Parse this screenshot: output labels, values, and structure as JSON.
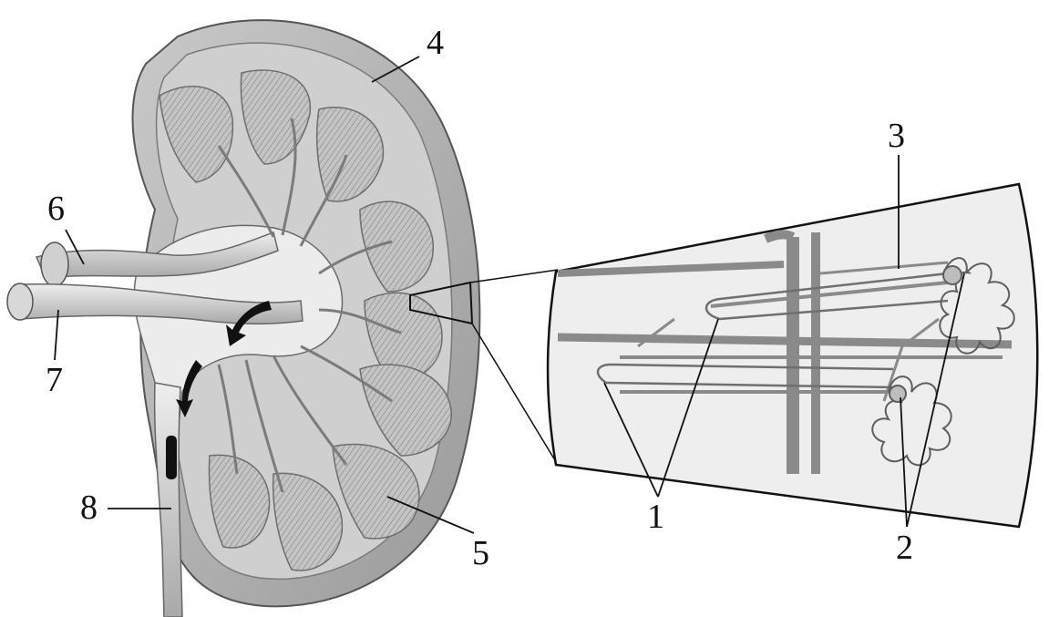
{
  "labels": {
    "l1": "1",
    "l2": "2",
    "l3": "3",
    "l4": "4",
    "l5": "5",
    "l6": "6",
    "l7": "7",
    "l8": "8"
  },
  "colors": {
    "ink": "#111111",
    "tissue_dark": "#8f8f8f",
    "tissue_mid": "#b7b7b7",
    "tissue_light": "#dcdcdc",
    "vessel": "#d6d6d6",
    "background": "#ffffff"
  }
}
